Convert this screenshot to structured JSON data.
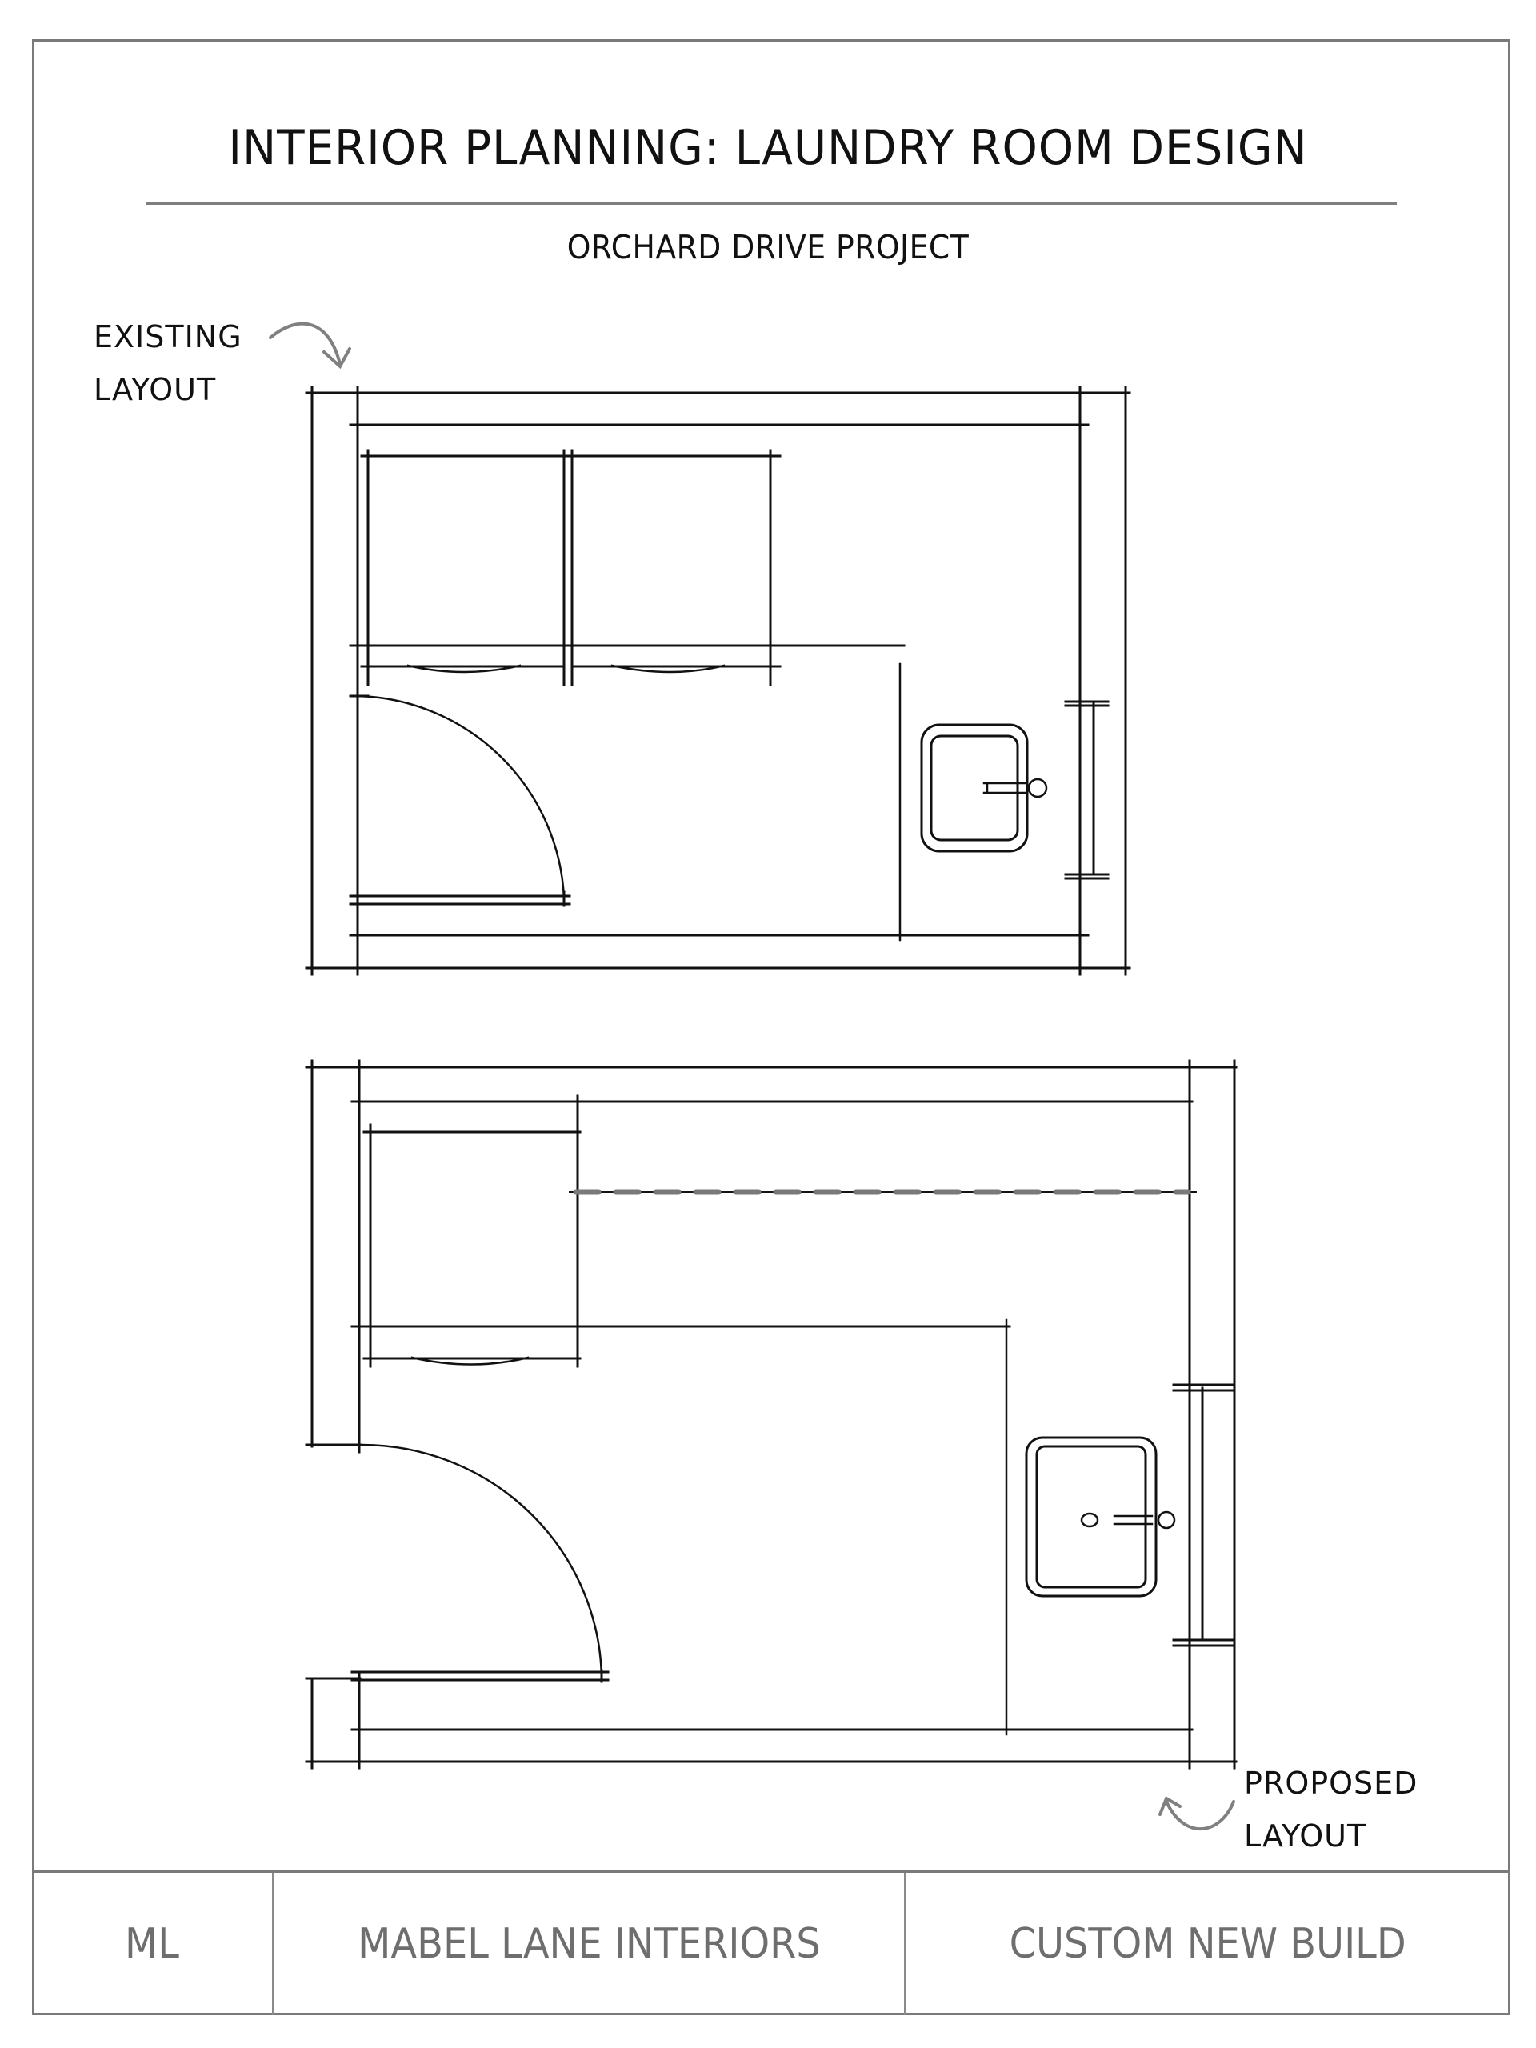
{
  "header": {
    "title": "INTERIOR PLANNING: LAUNDRY ROOM DESIGN",
    "subtitle": "ORCHARD DRIVE PROJECT"
  },
  "annotations": {
    "existing": {
      "line1": "EXISTING",
      "line2": "LAYOUT",
      "arrow": "curved-arrow-down-right"
    },
    "proposed": {
      "line1": "PROPOSED",
      "line2": "LAYOUT",
      "arrow": "curved-arrow-up-left"
    }
  },
  "plans": [
    {
      "id": "existing",
      "label": "EXISTING LAYOUT",
      "elements": [
        "walls",
        "washer",
        "dryer",
        "counter-line",
        "partition",
        "door-swing",
        "sink",
        "window"
      ]
    },
    {
      "id": "proposed",
      "label": "PROPOSED LAYOUT",
      "elements": [
        "walls",
        "stacked-appliance",
        "upper-cabinet-dashed-line",
        "counter-line",
        "partition",
        "door-swing",
        "sink",
        "window"
      ]
    }
  ],
  "colors": {
    "line": "#111111",
    "frame": "#7a7a7a",
    "footer_text": "#6e6e6e",
    "dashed": "#7a7a7a",
    "arrow": "#808080"
  },
  "footer": {
    "initials": "ML",
    "company": "MABEL LANE INTERIORS",
    "project_type": "CUSTOM NEW BUILD"
  }
}
